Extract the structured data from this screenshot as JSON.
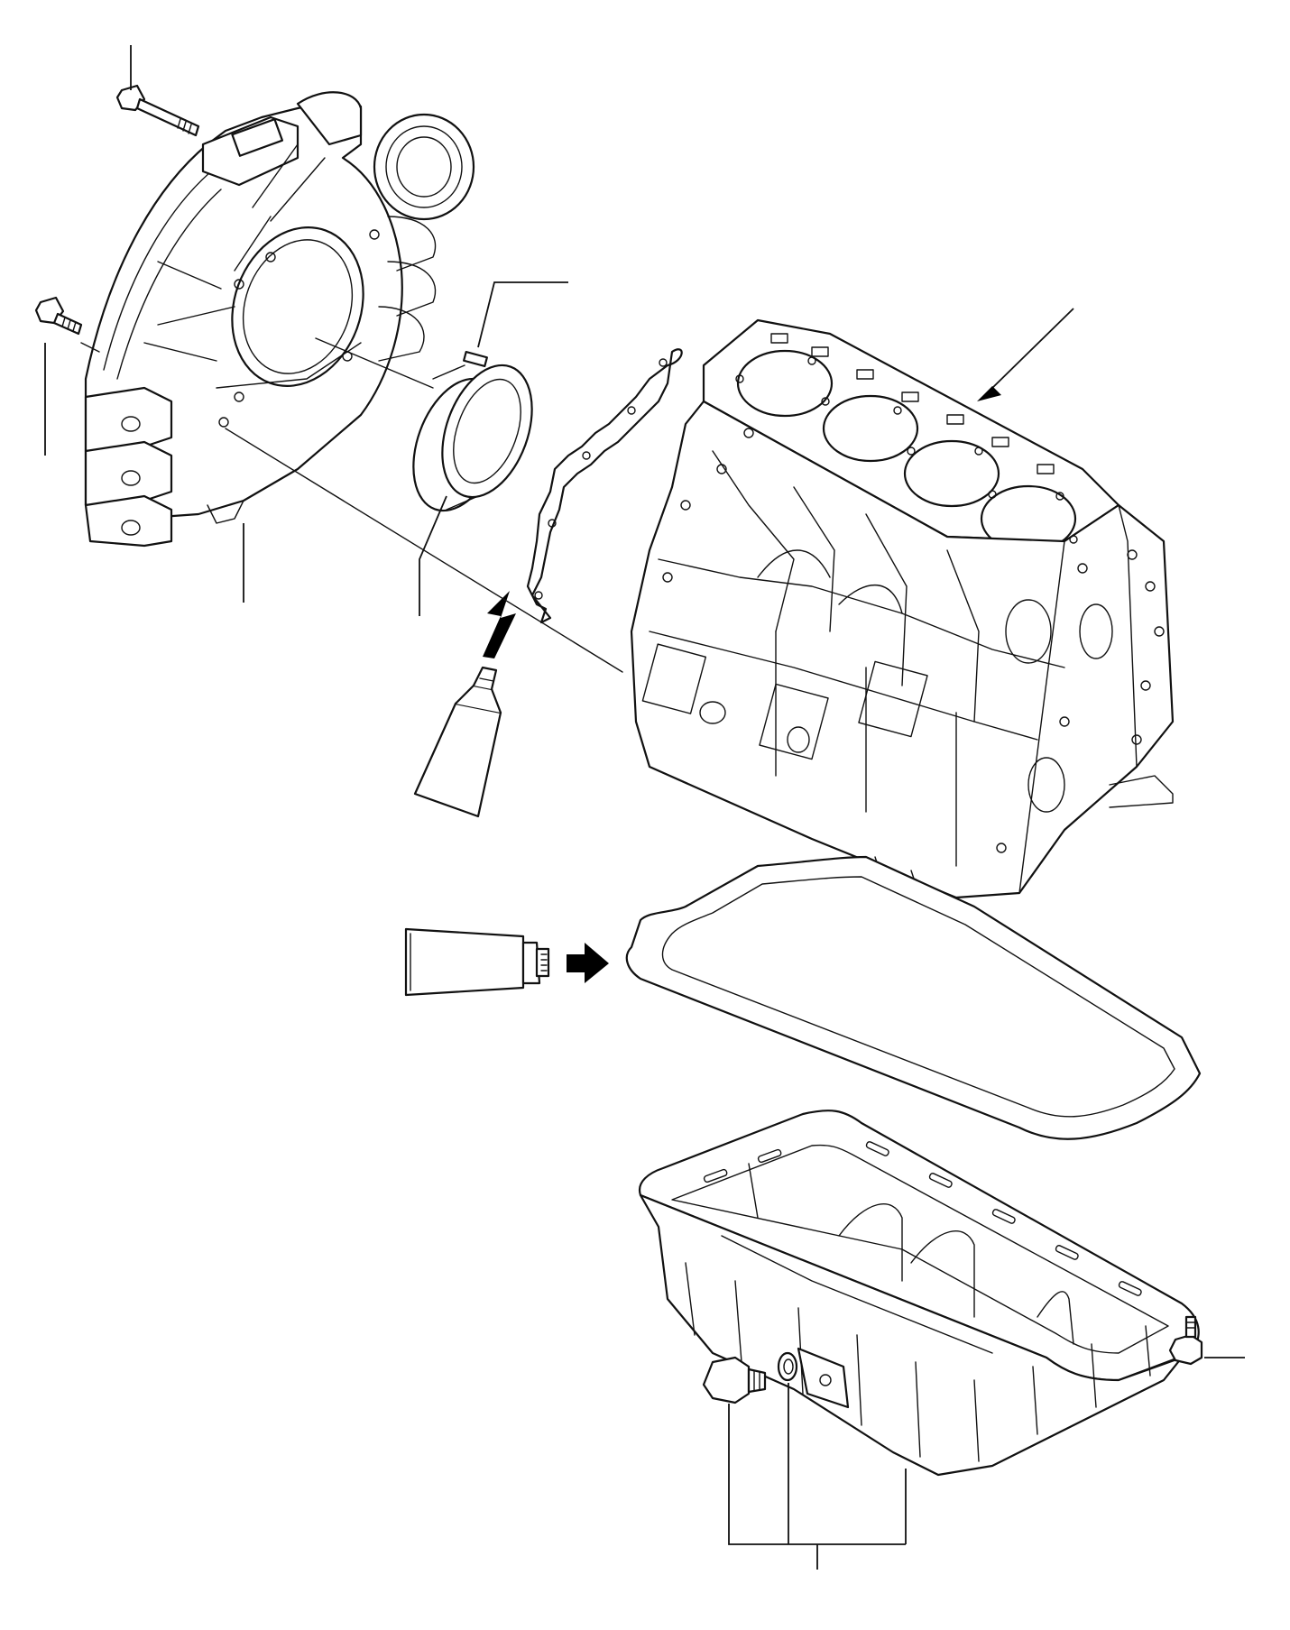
{
  "diagram": {
    "parts": [
      {
        "id": "flywheel-housing"
      },
      {
        "id": "housing-bolt-top"
      },
      {
        "id": "housing-bolt-left"
      },
      {
        "id": "dowel-pin"
      },
      {
        "id": "crankshaft-oil-seal"
      },
      {
        "id": "housing-gasket"
      },
      {
        "id": "cylinder-block"
      },
      {
        "id": "sealant-tube-upper"
      },
      {
        "id": "sealant-tube-lower"
      },
      {
        "id": "oil-pan-gasket"
      },
      {
        "id": "oil-pan"
      },
      {
        "id": "drain-plug"
      },
      {
        "id": "drain-plug-washer"
      },
      {
        "id": "oil-pan-bolt"
      }
    ],
    "callout_labels": []
  }
}
